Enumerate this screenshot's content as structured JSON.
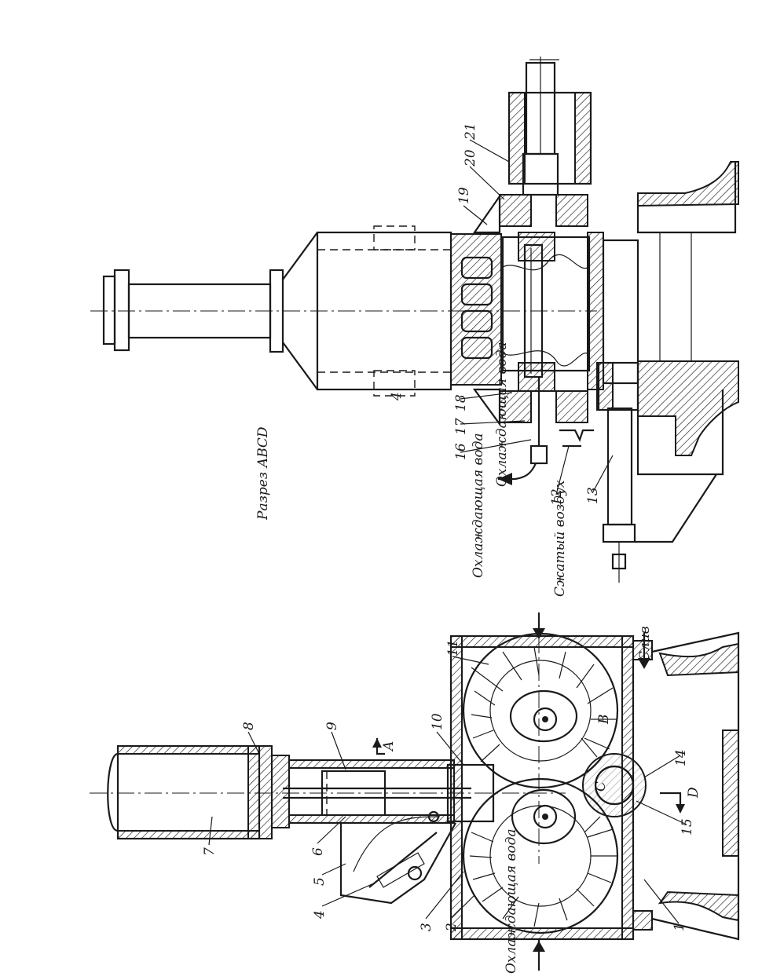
{
  "figure": {
    "section_title": "Разрез АВСD",
    "labels": {
      "cooling_water_top": "Охлаждающая вода",
      "cooling_water_left": "Охлаждающая вода",
      "cooling_water_upper": "Охлаждающая вода",
      "compressed_air": "Сжатый воздух",
      "drain": "Слив",
      "section_a": "A",
      "section_d": "D",
      "marker_b": "В",
      "marker_c": "С"
    },
    "part_numbers": [
      "1",
      "2",
      "3",
      "4",
      "5",
      "6",
      "7",
      "8",
      "9",
      "10",
      "11",
      "14",
      "15",
      "4",
      "12",
      "13",
      "16",
      "17",
      "18",
      "19",
      "20",
      "21"
    ]
  }
}
